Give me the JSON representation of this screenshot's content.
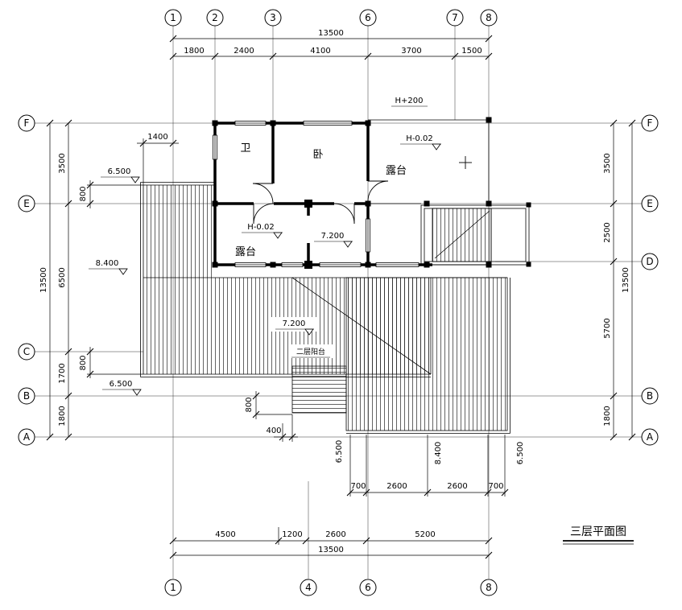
{
  "title": {
    "text": "三层平面图"
  },
  "grid": {
    "top": [
      "1",
      "2",
      "3",
      "6",
      "7",
      "8"
    ],
    "bottom": [
      "1",
      "4",
      "6",
      "8"
    ],
    "left": [
      "F",
      "E",
      "C",
      "B",
      "A"
    ],
    "right": [
      "F",
      "E",
      "D",
      "B",
      "A"
    ]
  },
  "dims": {
    "top_total": "13500",
    "top_segments": [
      "1800",
      "2400",
      "4100",
      "3700",
      "1500"
    ],
    "left_total": "13500",
    "left_segments": [
      "3500",
      "6500",
      "1700",
      "1800"
    ],
    "right_total": "13500",
    "right_segments": [
      "3500",
      "2500",
      "5700",
      "1800"
    ],
    "bottom_total": "13500",
    "bottom_segments": [
      "4500",
      "1200",
      "2600",
      "5200"
    ],
    "bottom_small_segments": [
      "700",
      "2600",
      "2600",
      "700"
    ],
    "dim_1400": "1400",
    "dim_800_top": "800",
    "dim_800_left": "800",
    "dim_800_stair": "800",
    "dim_400": "400"
  },
  "levels": {
    "l6500_upper": "6.500",
    "l8400_left": "8.400",
    "l7200_mid": "7.200",
    "l7200_low": "7.200",
    "l6500_lower": "6.500",
    "bottom": [
      "6.500",
      "8.400",
      "6.500"
    ],
    "h_plus": "H+200",
    "h_minus_a": "H-0.02",
    "h_minus_b": "H-0.02"
  },
  "rooms": {
    "bath": "卫",
    "bedroom": "卧",
    "terrace_upper": "露台",
    "terrace_mid": "露台",
    "balcony_note": "二层阳台"
  }
}
